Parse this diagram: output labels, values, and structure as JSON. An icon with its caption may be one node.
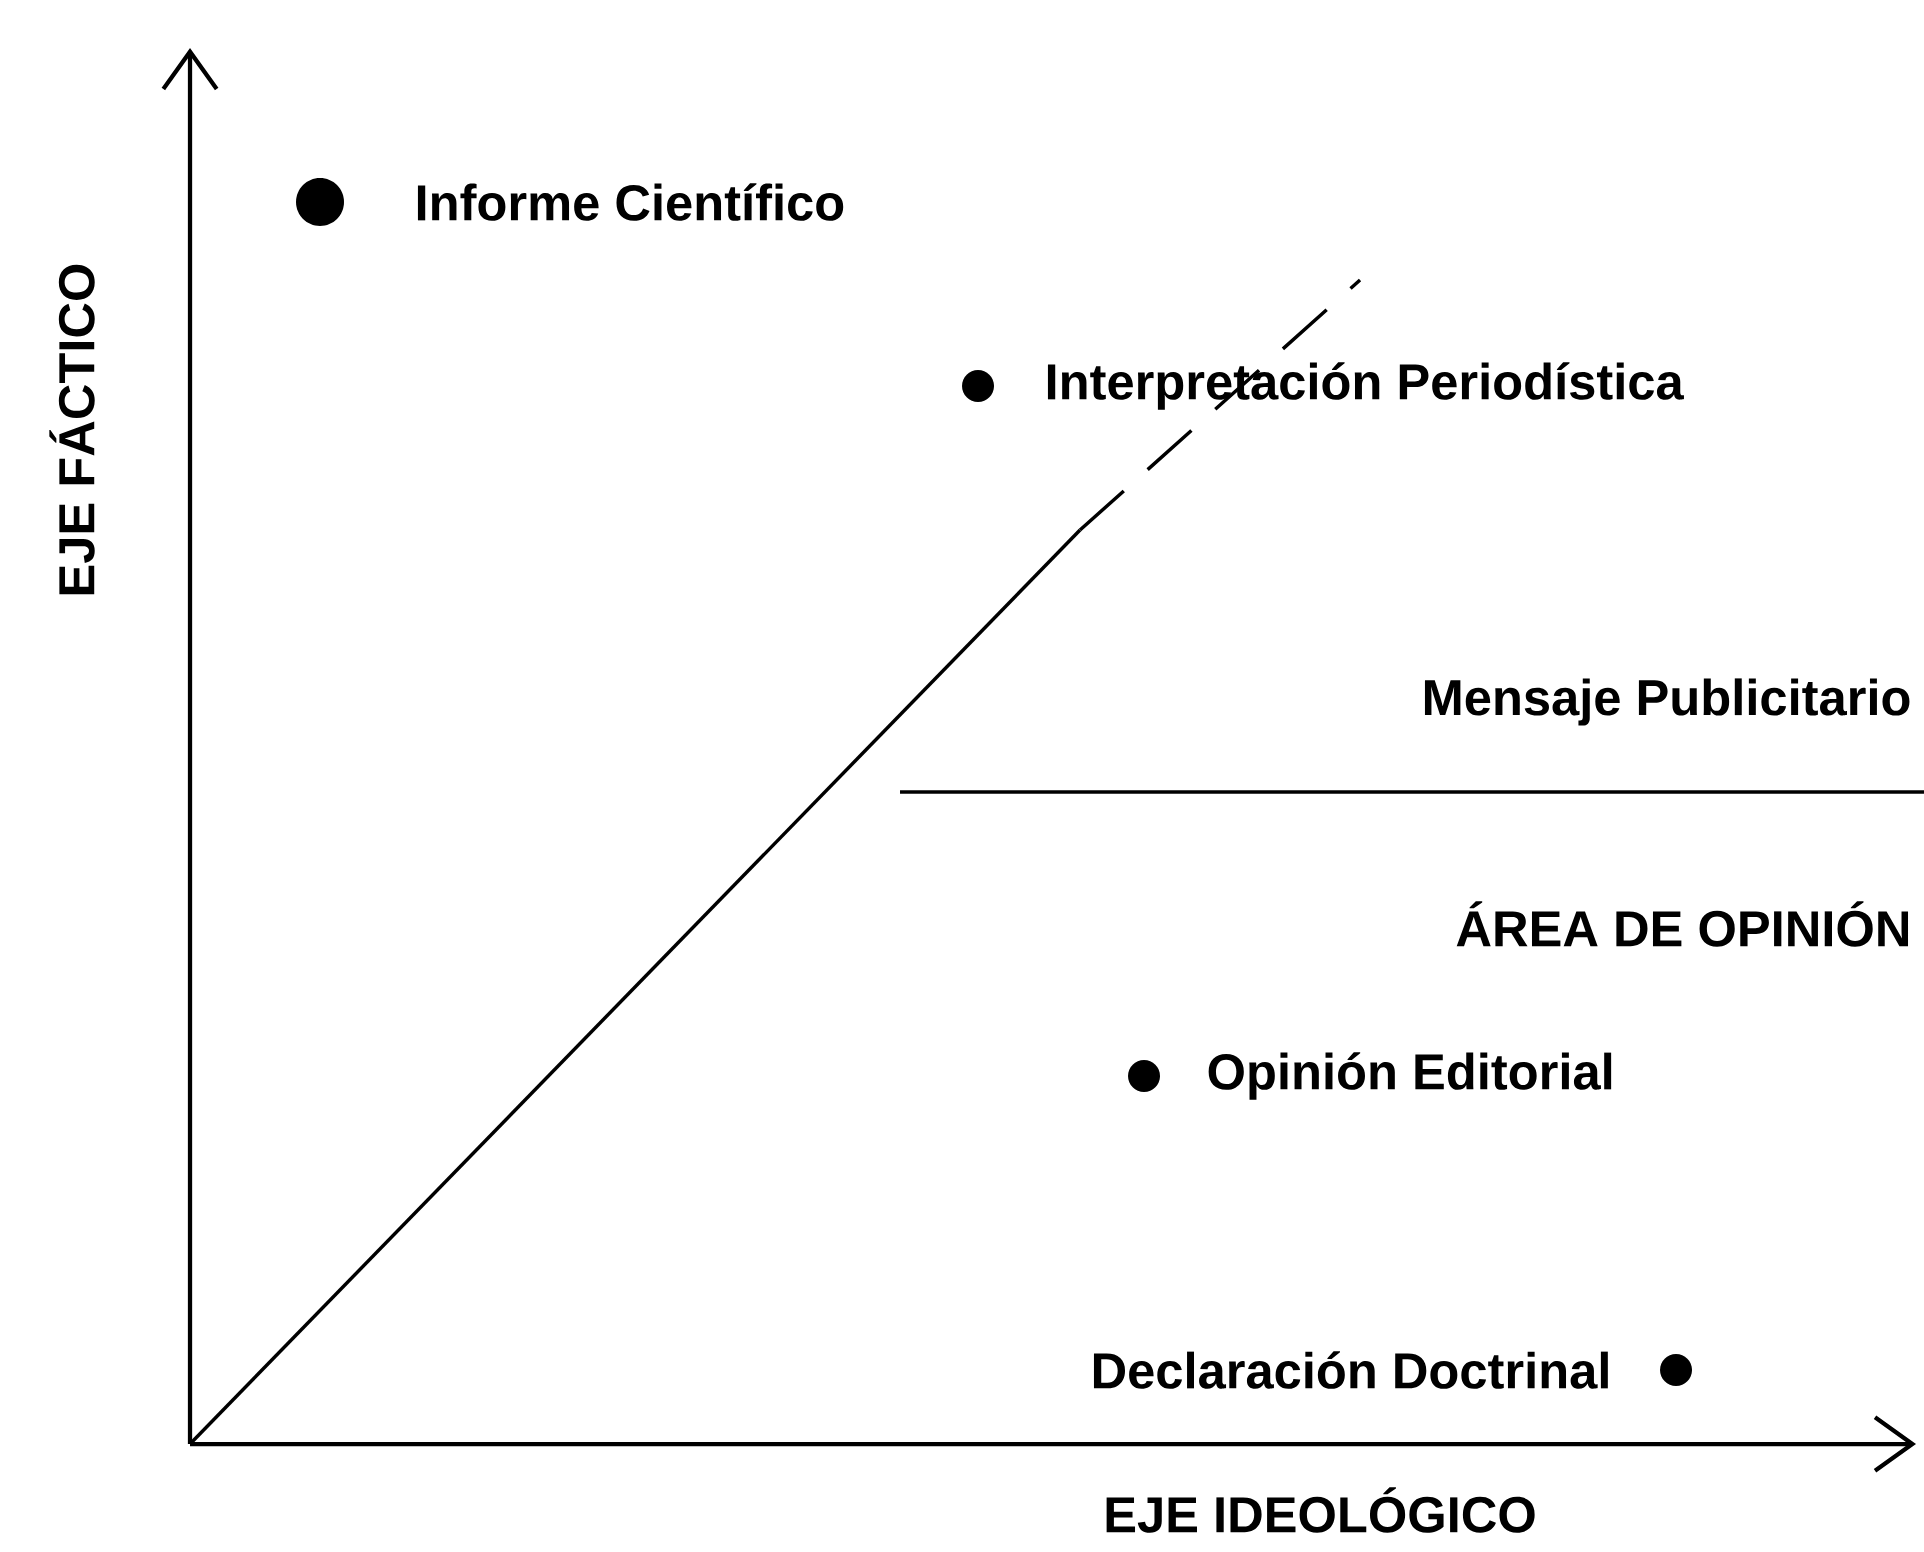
{
  "diagram": {
    "labels": [
      "Informe Científico",
      "Interpretación Periodística",
      "EJE FÁCTICO",
      "Mensaje Publicitario",
      "ÁREA DE OPINIÓN",
      "Opinión Editorial",
      "Declaración Doctrinal",
      "EJE IDEOLÓGICO"
    ]
  }
}
